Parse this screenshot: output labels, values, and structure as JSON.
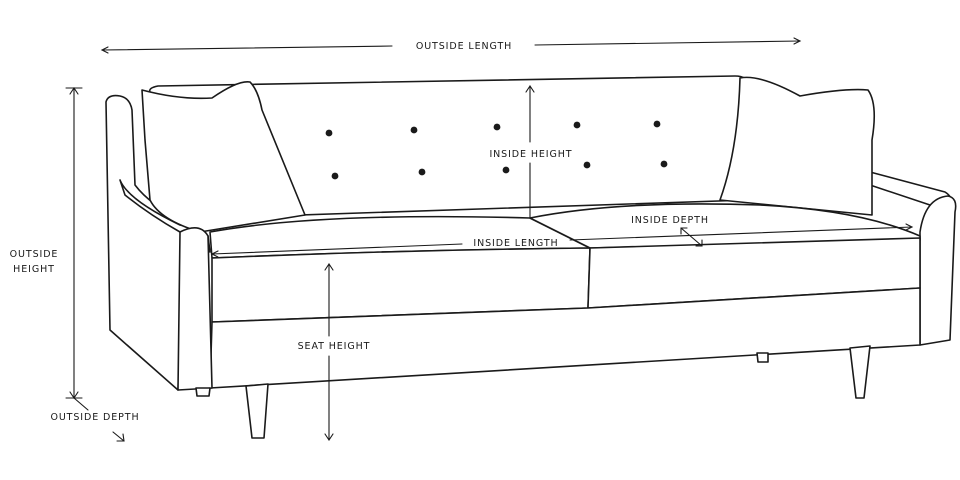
{
  "labels": {
    "outside_length": "OUTSIDE LENGTH",
    "outside_height_line1": "OUTSIDE",
    "outside_height_line2": "HEIGHT",
    "inside_height": "INSIDE HEIGHT",
    "inside_depth": "INSIDE DEPTH",
    "inside_length": "INSIDE LENGTH",
    "seat_height": "SEAT HEIGHT",
    "outside_depth": "OUTSIDE DEPTH"
  },
  "colors": {
    "line": "#1a1a1a",
    "background": "#ffffff"
  }
}
